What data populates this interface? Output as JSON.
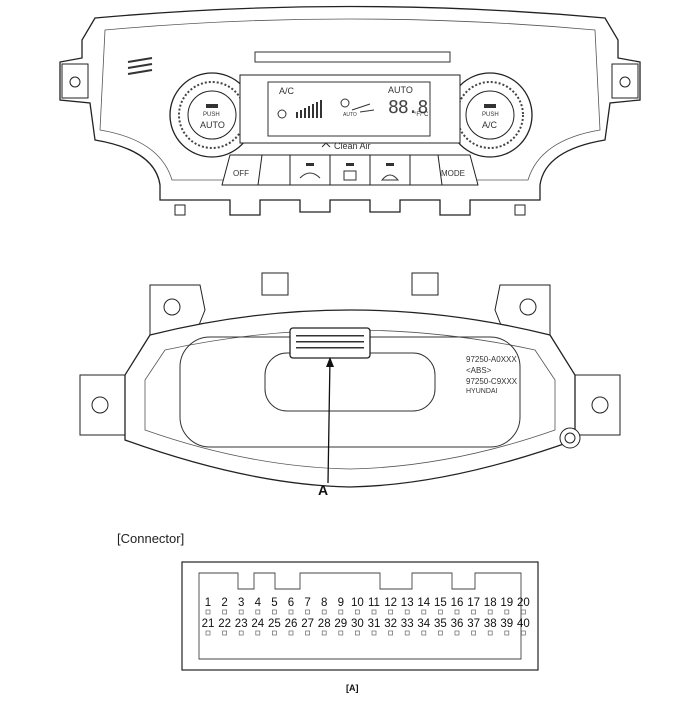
{
  "front_panel": {
    "lcd": {
      "ac_label": "A/C",
      "auto_label": "AUTO",
      "temp_display": "88.8",
      "temp_unit": "°F/°C",
      "vent_auto": "AUTO"
    },
    "clean_air_label": "Clean Air",
    "left_knob": {
      "line1": "PUSH",
      "line2": "AUTO"
    },
    "right_knob": {
      "line1": "PUSH",
      "line2": "A/C"
    },
    "buttons": {
      "off": "OFF",
      "mode": "MODE"
    }
  },
  "rear_panel": {
    "callout": "A",
    "part_numbers": [
      "97250-A0XXX",
      "<ABS>",
      "97250-C9XXX",
      "HYUNDAI"
    ]
  },
  "connector_section": {
    "heading": "[Connector]",
    "caption": "[A]",
    "top_row_pins": [
      "1",
      "2",
      "3",
      "4",
      "5",
      "6",
      "7",
      "8",
      "9",
      "10",
      "11",
      "12",
      "13",
      "14",
      "15",
      "16",
      "17",
      "18",
      "19",
      "20"
    ],
    "bottom_row_pins": [
      "21",
      "22",
      "23",
      "24",
      "25",
      "26",
      "27",
      "28",
      "29",
      "30",
      "31",
      "32",
      "33",
      "34",
      "35",
      "36",
      "37",
      "38",
      "39",
      "40"
    ]
  }
}
